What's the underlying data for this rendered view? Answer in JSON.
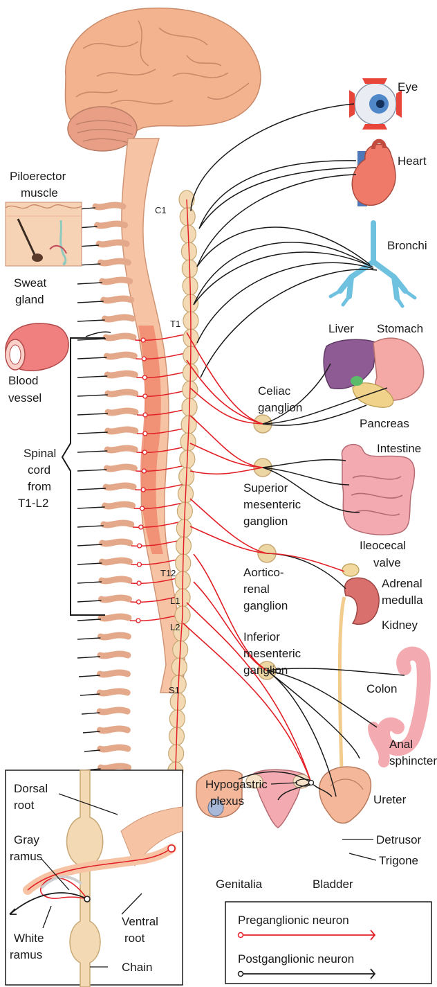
{
  "colors": {
    "preganglionic": "#e21f26",
    "postganglionic": "#1a1a1a",
    "skin": "#f4b793",
    "cord": "#f08a70",
    "chain": "#f3d9b4",
    "ganglion": "#e8cf9a",
    "background": "#ffffff"
  },
  "organs": {
    "eye": "Eye",
    "heart": "Heart",
    "bronchi": "Bronchi",
    "liver": "Liver",
    "stomach": "Stomach",
    "pancreas": "Pancreas",
    "intestine": "Intestine",
    "ileocecal_1": "Ileocecal",
    "ileocecal_2": "valve",
    "adrenal_1": "Adrenal",
    "adrenal_2": "medulla",
    "kidney": "Kidney",
    "colon": "Colon",
    "anal_1": "Anal",
    "anal_2": "sphincter",
    "ureter": "Ureter",
    "detrusor": "Detrusor",
    "trigone": "Trigone",
    "bladder": "Bladder",
    "genitalia": "Genitalia"
  },
  "ganglia": {
    "celiac_1": "Celiac",
    "celiac_2": "ganglion",
    "sup_mes_1": "Superior",
    "sup_mes_2": "mesenteric",
    "sup_mes_3": "ganglion",
    "aortico_1": "Aortico-",
    "aortico_2": "renal",
    "aortico_3": "ganglion",
    "inf_mes_1": "Inferior",
    "inf_mes_2": "mesenteric",
    "inf_mes_3": "ganglion",
    "hypogastric_1": "Hypogastric",
    "hypogastric_2": "plexus"
  },
  "periphery": {
    "piloerector_1": "Piloerector",
    "piloerector_2": "muscle",
    "sweat_1": "Sweat",
    "sweat_2": "gland",
    "blood_1": "Blood",
    "blood_2": "vessel",
    "spinal_1": "Spinal",
    "spinal_2": "cord",
    "spinal_3": "from",
    "spinal_4": "T1-L2"
  },
  "segments": {
    "c1": "C1",
    "t1": "T1",
    "t12": "T12",
    "l1": "L1",
    "l2": "L2",
    "s1": "S1"
  },
  "inset": {
    "dorsal_1": "Dorsal",
    "dorsal_2": "root",
    "gray_1": "Gray",
    "gray_2": "ramus",
    "white_1": "White",
    "white_2": "ramus",
    "ventral_1": "Ventral",
    "ventral_2": "root",
    "chain": "Chain"
  },
  "legend": {
    "preganglionic": "Preganglionic neuron",
    "postganglionic": "Postganglionic neuron"
  }
}
